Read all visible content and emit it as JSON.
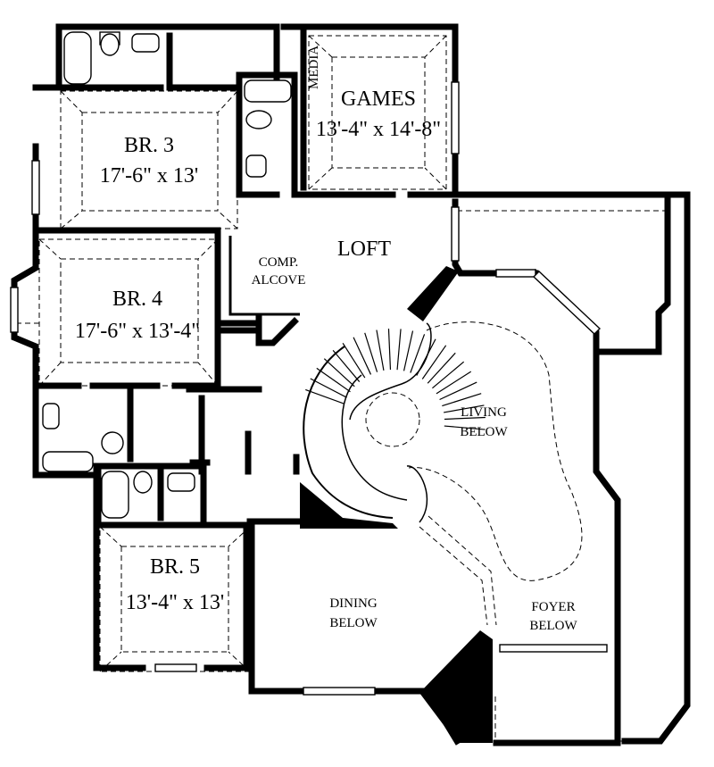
{
  "plan": {
    "rooms": {
      "games": {
        "name": "GAMES",
        "size": "13'-4\" x 14'-8\""
      },
      "media": {
        "name": "MEDIA"
      },
      "br3": {
        "name": "BR. 3",
        "size": "17'-6\" x 13'"
      },
      "br4": {
        "name": "BR. 4",
        "size": "17'-6\" x 13'-4\""
      },
      "br5": {
        "name": "BR. 5",
        "size": "13'-4\" x 13'"
      },
      "loft": {
        "name": "LOFT"
      },
      "comp_alcove": {
        "line1": "COMP.",
        "line2": "ALCOVE"
      },
      "living": {
        "line1": "LIVING",
        "line2": "BELOW"
      },
      "dining": {
        "line1": "DINING",
        "line2": "BELOW"
      },
      "foyer": {
        "line1": "FOYER",
        "line2": "BELOW"
      }
    }
  }
}
